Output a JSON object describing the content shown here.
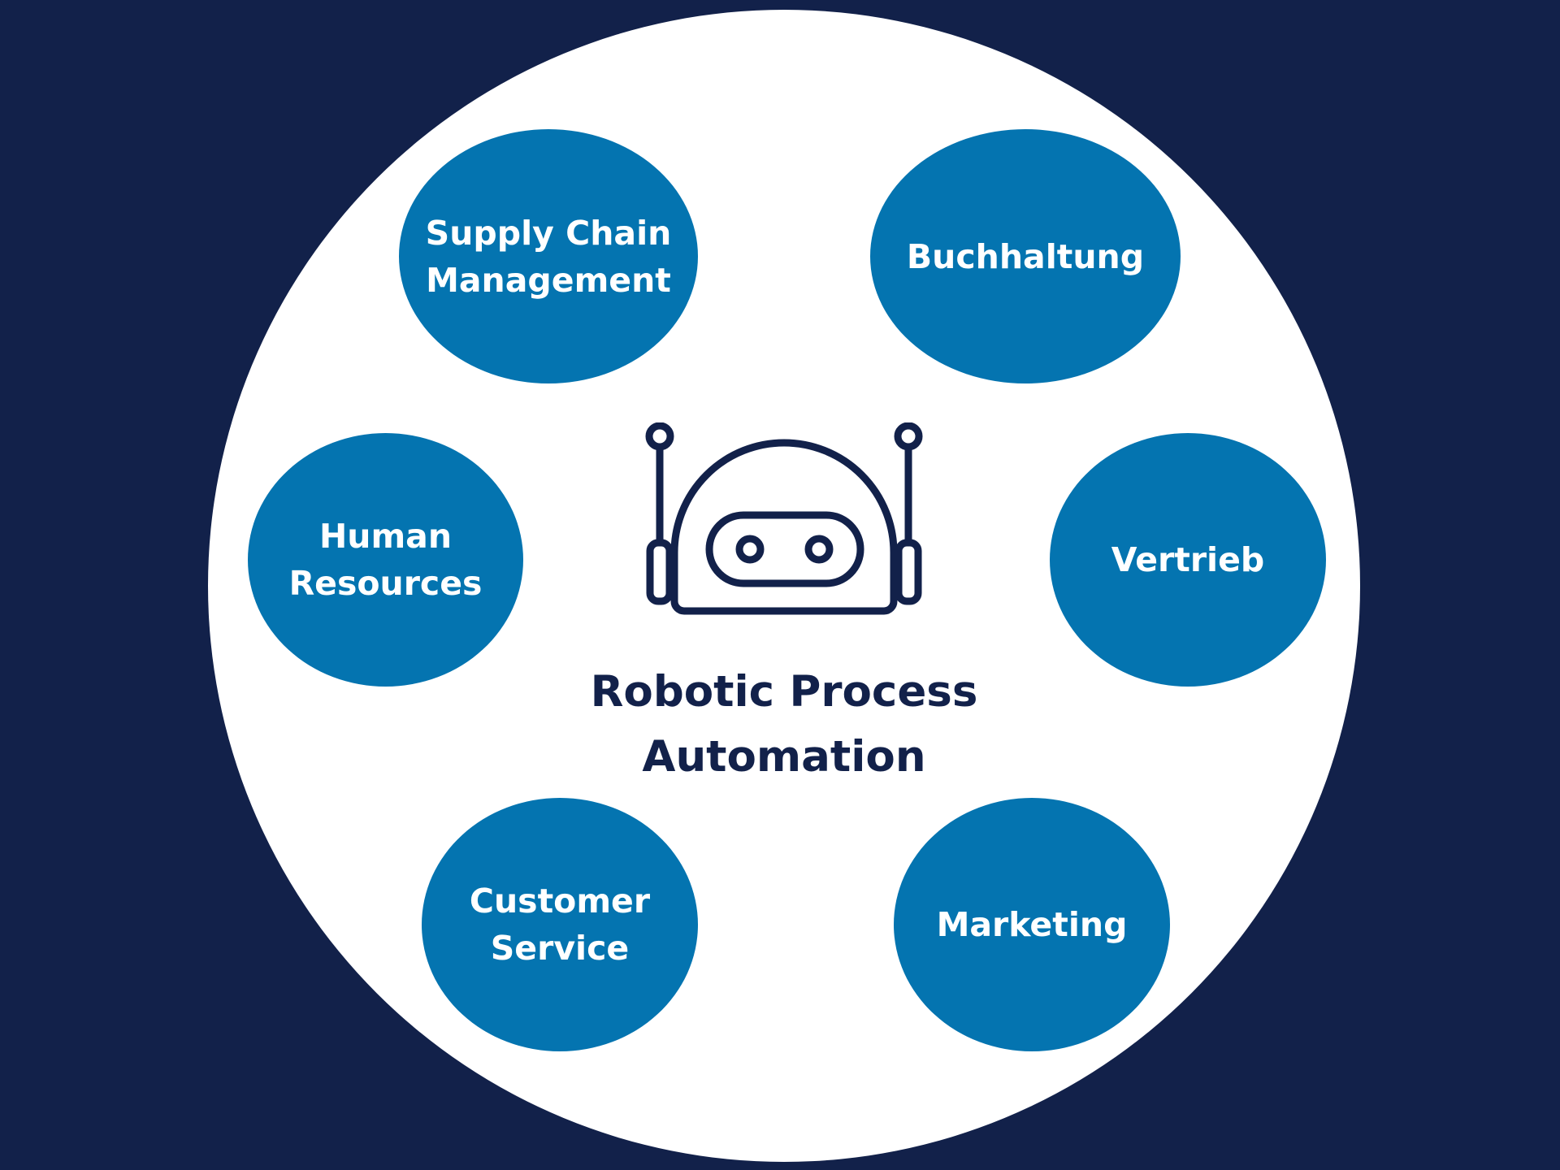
{
  "colors": {
    "background": "#12214a",
    "circle": "#ffffff",
    "node": "#0474b0",
    "node_text": "#ffffff",
    "title_text": "#12214a"
  },
  "center": {
    "icon": "robot-icon",
    "title": "Robotic Process Automation"
  },
  "nodes": [
    {
      "label": "Supply Chain Management"
    },
    {
      "label": "Buchhaltung"
    },
    {
      "label": "Human Resources"
    },
    {
      "label": "Vertrieb"
    },
    {
      "label": "Customer Service"
    },
    {
      "label": "Marketing"
    }
  ]
}
